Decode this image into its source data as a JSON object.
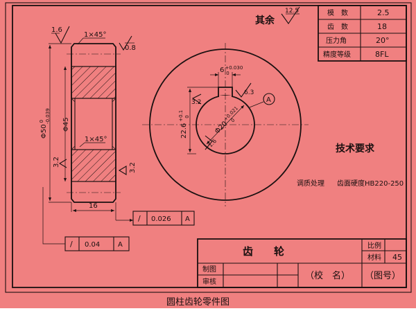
{
  "background": "#f08080",
  "ink": "#1a1010",
  "roughness": {
    "qi_yu": "其余",
    "general": "12.5",
    "left_face_top": "1.6",
    "right_face_top": "0.8",
    "left_face_bottom": "3.2",
    "right_face_bottom": "3.2",
    "keyway_side": "6.3",
    "keyway_bottom": "3.2",
    "bore": "1.6"
  },
  "chamfer_top": "1×45°",
  "chamfer_bottom": "1×45°",
  "dims": {
    "outer_dia": "Φ50",
    "outer_dia_tol_up": "0",
    "outer_dia_tol_low": "-0.039",
    "root_dia": "Φ45",
    "width": "16",
    "key_width": "6",
    "key_width_tol": "+0.030",
    "key_width_tol_low": "0",
    "hub_depth": "22.6",
    "hub_depth_tol_up": "+0.1",
    "hub_depth_tol_low": "0",
    "bore_dia": "Φ20",
    "bore_tol_up": "+0.021",
    "bore_tol_low": "0",
    "datum": "A"
  },
  "tolerances": {
    "face_runout": {
      "symbol": "/",
      "value": "0.026",
      "datum": "A"
    },
    "radial_runout": {
      "symbol": "/",
      "value": "0.04",
      "datum": "A"
    }
  },
  "params": [
    {
      "label": "模　数",
      "value": "2.5"
    },
    {
      "label": "齿　数",
      "value": "18"
    },
    {
      "label": "压力角",
      "value": "20°"
    },
    {
      "label": "精度等级",
      "value": "8FL"
    }
  ],
  "tech": {
    "title": "技术要求",
    "line1": "调质处理",
    "line2": "齿面硬度HB220-250"
  },
  "title_block": {
    "name": "齿　　轮",
    "scale_label": "比例",
    "material_label": "材料",
    "material_value": "45",
    "drawn_label": "制图",
    "checked_label": "审核",
    "school": "（校　名）",
    "drawing_no": "（图号）"
  },
  "caption": "圆柱齿轮零件图"
}
